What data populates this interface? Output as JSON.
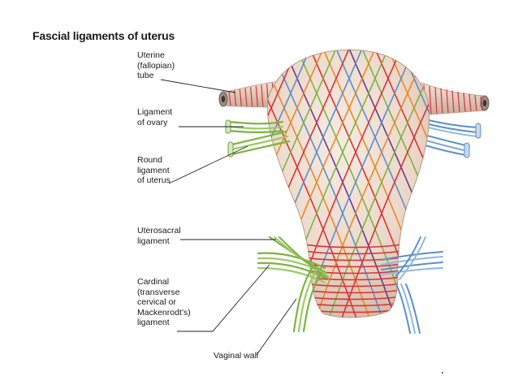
{
  "title": "Fascial ligaments of uterus",
  "labels": {
    "uterine_tube": [
      "Uterine",
      "(fallopian)",
      "tube"
    ],
    "ligament_of_ovary": [
      "Ligament",
      "of ovary"
    ],
    "round_ligament": [
      "Round",
      "ligament",
      "of uterus"
    ],
    "uterosacral": [
      "Uterosacral",
      "ligament"
    ],
    "cardinal": [
      "Cardinal",
      "(transverse",
      "cervical or",
      "Mackenrodt’s)",
      "ligament"
    ],
    "vaginal_wall": [
      "Vaginal wall"
    ]
  },
  "colors": {
    "uterus_fill": "#ecd8c9",
    "red_fibers": "#d8333a",
    "orange_fibers": "#e8892a",
    "green_fibers": "#7cb342",
    "blue_fibers": "#5b8fc9",
    "purple_fibers": "#6b3a8a",
    "leader_lines": "#222222"
  }
}
